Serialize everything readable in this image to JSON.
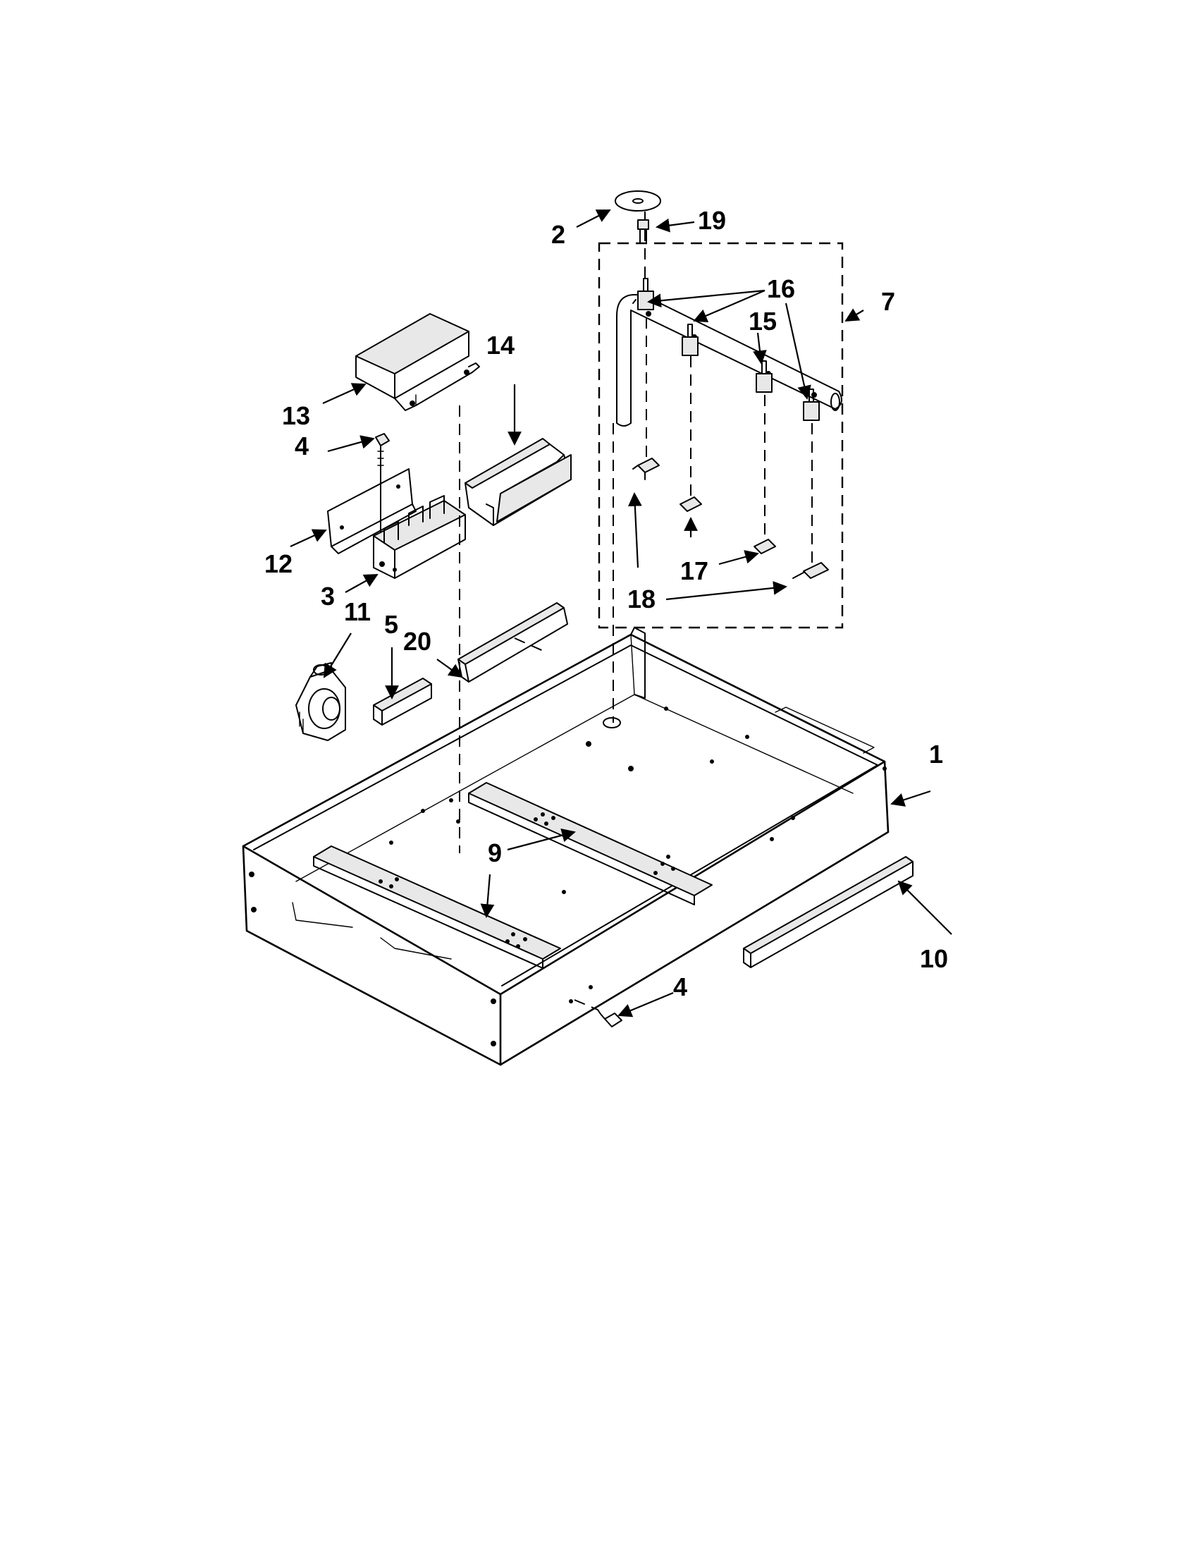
{
  "callouts": {
    "c1": "1",
    "c2": "2",
    "c3": "3",
    "c4a": "4",
    "c4b": "4",
    "c5": "5",
    "c7": "7",
    "c9": "9",
    "c10": "10",
    "c11": "11",
    "c12": "12",
    "c13": "13",
    "c14": "14",
    "c15": "15",
    "c16": "16",
    "c17": "17",
    "c18": "18",
    "c19": "19",
    "c20": "20"
  }
}
